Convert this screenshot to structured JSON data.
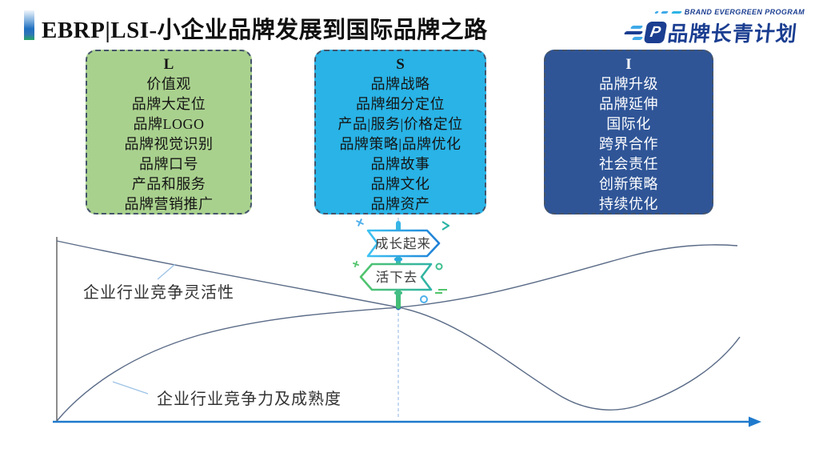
{
  "title": "EBRP|LSI-小企业品牌发展到国际品牌之路",
  "logo": {
    "tagline": "BRAND EVERGREEN PROGRAM",
    "mark": "P",
    "brand": "品牌长青计划"
  },
  "stages": [
    {
      "letter": "L",
      "items": [
        "价值观",
        "品牌大定位",
        "品牌LOGO",
        "品牌视觉识别",
        "品牌口号",
        "产品和服务",
        "品牌营销推广"
      ]
    },
    {
      "letter": "S",
      "items": [
        "品牌战略",
        "品牌细分定位",
        "产品|服务|价格定位",
        "品牌策略|品牌优化",
        "品牌故事",
        "品牌文化",
        "品牌资产"
      ]
    },
    {
      "letter": "I",
      "items": [
        "品牌升级",
        "品牌延伸",
        "国际化",
        "跨界合作",
        "社会责任",
        "创新策略",
        "持续优化"
      ]
    }
  ],
  "signpost": {
    "top_sign": "成长起来",
    "bottom_sign": "活下去"
  },
  "curve_labels": {
    "flexibility": "企业行业竞争灵活性",
    "maturity": "企业行业竞争力及成熟度"
  },
  "colors": {
    "stage_l_fill": "#a9d18e",
    "stage_s_fill": "#29b3e6",
    "stage_i_fill": "#2f5597",
    "axis_blue": "#1e7acc",
    "curve_gray": "#5a6b87",
    "logo_navy": "#1b3e91",
    "logo_cyan": "#3fa9e8",
    "sign_blue": "#2a9fe5",
    "sign_green": "#52c46b"
  },
  "chart_data": {
    "type": "line",
    "title": "",
    "xlabel": "",
    "ylabel": "",
    "axis": "unlabeled conceptual axes; blue horizontal arrow axis, thin vertical axis at left",
    "legend_position": "inline leader-line labels",
    "grid": false,
    "x_percent": [
      0,
      10,
      20,
      30,
      40,
      48.6,
      60,
      70,
      78,
      88,
      97
    ],
    "series": [
      {
        "name": "企业行业竞争灵活性",
        "y_percent": [
          95,
          88,
          81,
          73,
          66,
          60,
          40,
          17,
          6,
          18,
          45
        ],
        "shape": "starts high, declines to crossing point, dips to a minimum at ~78%, then recovers"
      },
      {
        "name": "企业行业竞争力及成熟度",
        "y_percent": [
          0,
          24,
          36,
          45,
          53,
          60,
          68,
          77,
          85,
          92,
          93
        ],
        "shape": "starts at origin, rises steeply, passes crossing point, levels off high"
      }
    ],
    "crossing_point_x_percent": 48.6,
    "crossing_point_y_percent": 60,
    "annotations": [
      "成长起来",
      "活下去"
    ]
  }
}
